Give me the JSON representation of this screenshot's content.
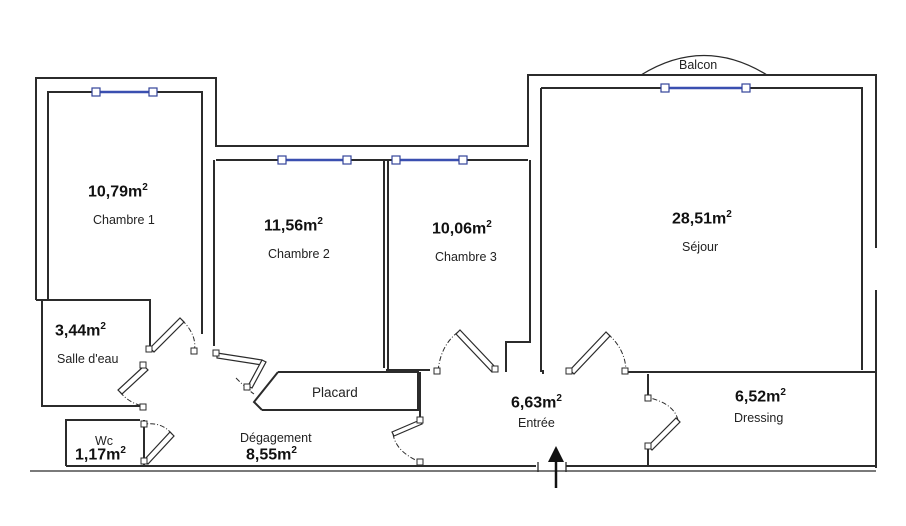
{
  "balcony": {
    "label": "Balcon"
  },
  "rooms": {
    "chambre1": {
      "name": "Chambre 1",
      "area": "10,79m",
      "unit_sup": "2"
    },
    "chambre2": {
      "name": "Chambre 2",
      "area": "11,56m",
      "unit_sup": "2"
    },
    "chambre3": {
      "name": "Chambre 3",
      "area": "10,06m",
      "unit_sup": "2"
    },
    "sejour": {
      "name": "Séjour",
      "area": "28,51m",
      "unit_sup": "2"
    },
    "salle_eau": {
      "name": "Salle d'eau",
      "area": "3,44m",
      "unit_sup": "2"
    },
    "wc": {
      "name": "Wc",
      "area": "1,17m",
      "unit_sup": "2"
    },
    "degagement": {
      "name": "Dégagement",
      "area": "8,55m",
      "unit_sup": "2"
    },
    "placard": {
      "name": "Placard"
    },
    "entree": {
      "name": "Entrée",
      "area": "6,63m",
      "unit_sup": "2"
    },
    "dressing": {
      "name": "Dressing",
      "area": "6,52m",
      "unit_sup": "2"
    }
  },
  "colors": {
    "wall": "#2b2b2b",
    "window": "#3a4fb0",
    "background": "#ffffff"
  },
  "icons": {
    "entrance": "arrow-up-icon"
  }
}
